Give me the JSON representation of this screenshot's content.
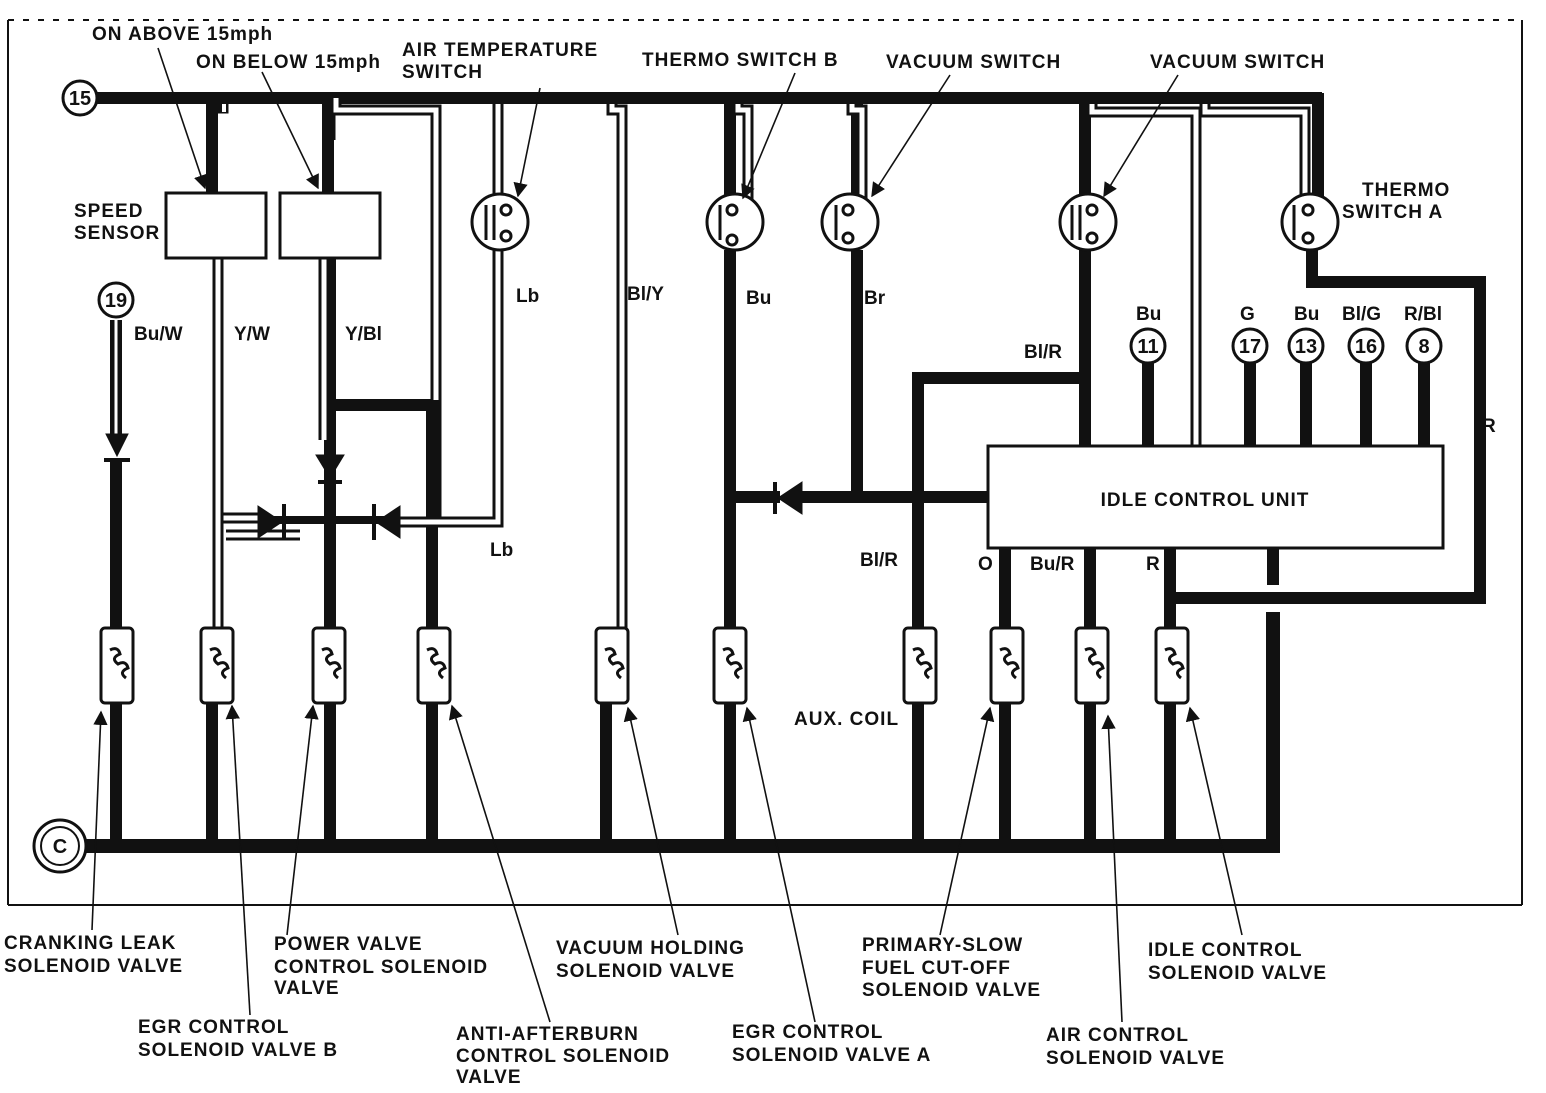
{
  "terminals": {
    "t15": "15",
    "t19": "19",
    "tC": "C",
    "t11": "11",
    "t17": "17",
    "t13": "13",
    "t16": "16",
    "t8": "8"
  },
  "top_labels": {
    "on_above_15": "ON ABOVE 15mph",
    "on_below_15": "ON BELOW 15mph",
    "air_temp_1": "AIR TEMPERATURE",
    "air_temp_2": "SWITCH",
    "thermo_b": "THERMO  SWITCH  B",
    "vacuum_switch_1": "VACUUM SWITCH",
    "vacuum_switch_2": "VACUUM SWITCH",
    "thermo_a_1": "THERMO",
    "thermo_a_2": "SWITCH  A",
    "speed_sensor_1": "SPEED",
    "speed_sensor_2": "SENSOR"
  },
  "wire_labels": {
    "bu_w": "Bu/W",
    "y_w": "Y/W",
    "y_bl": "Y/Bl",
    "lb_1": "Lb",
    "lb_2": "Lb",
    "bl_y": "Bl/Y",
    "bu_1": "Bu",
    "br": "Br",
    "bl_r_1": "Bl/R",
    "bl_r_2": "Bl/R",
    "bu_2": "Bu",
    "g": "G",
    "bu_3": "Bu",
    "bl_g": "Bl/G",
    "r_bl": "R/Bl",
    "r_1": "R",
    "o": "O",
    "bu_r": "Bu/R",
    "r_2": "R"
  },
  "idle_control_unit": "IDLE CONTROL UNIT",
  "aux_coil": "AUX. COIL",
  "bottom_labels": {
    "cranking_1": "CRANKING LEAK",
    "cranking_2": "SOLENOID VALVE",
    "egr_b_1": "EGR CONTROL",
    "egr_b_2": "SOLENOID VALVE B",
    "power_1": "POWER VALVE",
    "power_2": "CONTROL SOLENOID",
    "power_3": "VALVE",
    "anti_1": "ANTI-AFTERBURN",
    "anti_2": "CONTROL SOLENOID",
    "anti_3": "VALVE",
    "vacuum_hold_1": "VACUUM HOLDING",
    "vacuum_hold_2": "SOLENOID VALVE",
    "egr_a_1": "EGR CONTROL",
    "egr_a_2": "SOLENOID VALVE A",
    "primary_1": "PRIMARY-SLOW",
    "primary_2": "FUEL CUT-OFF",
    "primary_3": "SOLENOID VALVE",
    "air_ctrl_1": "AIR CONTROL",
    "air_ctrl_2": "SOLENOID VALVE",
    "idle_ctrl_1": "IDLE CONTROL",
    "idle_ctrl_2": "SOLENOID VALVE"
  }
}
